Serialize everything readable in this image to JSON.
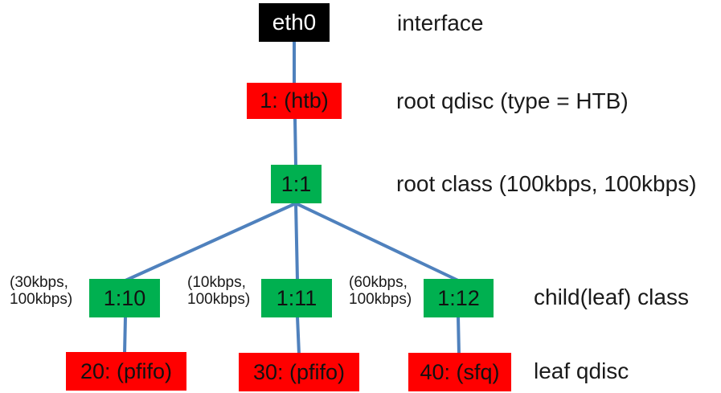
{
  "diagram": {
    "title_hint": "HTB traffic-control qdisc hierarchy on eth0",
    "colors": {
      "interface_box": "#000000",
      "qdisc_box": "#ff0000",
      "class_box": "#00b050",
      "connector": "#4f81bd",
      "text": "#1a1a1a",
      "interface_text": "#ffffff"
    },
    "nodes": {
      "eth0": {
        "label": "eth0"
      },
      "root_qdisc": {
        "label": "1: (htb)"
      },
      "root_class": {
        "label": "1:1"
      },
      "class_110": {
        "label": "1:10"
      },
      "class_111": {
        "label": "1:11"
      },
      "class_112": {
        "label": "1:12"
      },
      "qdisc_20": {
        "label": "20: (pfifo)"
      },
      "qdisc_30": {
        "label": "30: (pfifo)"
      },
      "qdisc_40": {
        "label": "40: (sfq)"
      }
    },
    "annotations": {
      "class_110": {
        "line1": "(30kbps,",
        "line2": "100kbps)"
      },
      "class_111": {
        "line1": "(10kbps,",
        "line2": "100kbps)"
      },
      "class_112": {
        "line1": "(60kbps,",
        "line2": "100kbps)"
      }
    },
    "row_labels": {
      "interface": "interface",
      "root_qdisc": "root qdisc (type = HTB)",
      "root_class": "root class (100kbps, 100kbps)",
      "child_class": "child(leaf) class",
      "leaf_qdisc": "leaf qdisc"
    }
  }
}
